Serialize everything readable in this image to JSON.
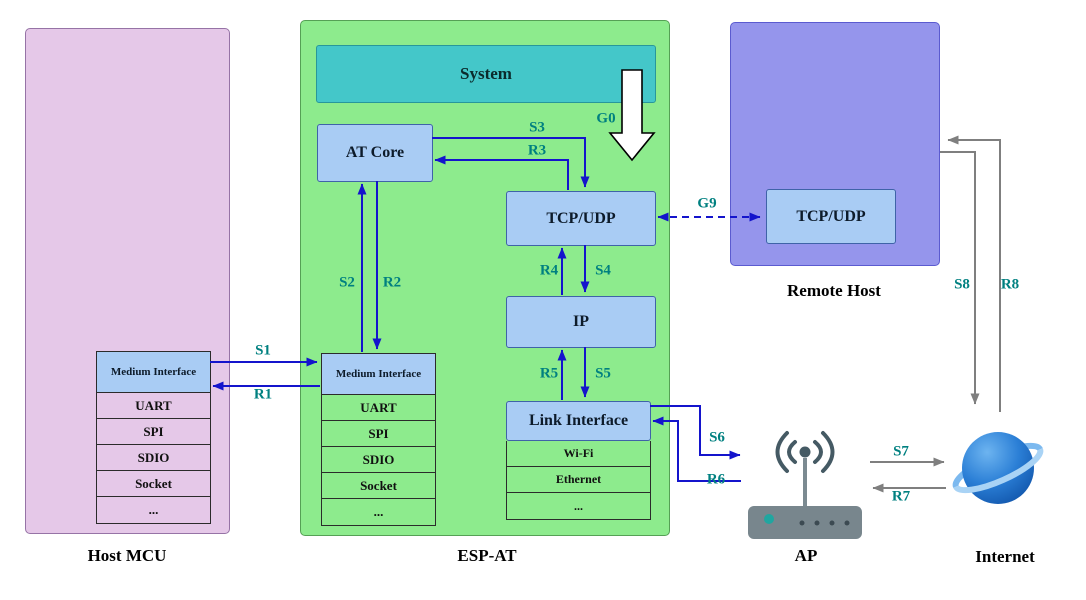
{
  "colors": {
    "host_mcu_bg": "#e5c8e8",
    "esp_at_bg": "#8deb8d",
    "system_bg": "#44c7c9",
    "block_bg": "#a9ccf4",
    "remote_host_bg": "#9595ec",
    "arrow_blue": "#1414cc",
    "arrow_gray": "#7f7f7f",
    "flow_label_teal": "#008080"
  },
  "host_mcu": {
    "label": "Host MCU",
    "medium_interface": {
      "header": "Medium Interface",
      "rows": [
        "UART",
        "SPI",
        "SDIO",
        "Socket",
        "..."
      ]
    }
  },
  "esp_at": {
    "label": "ESP-AT",
    "system": "System",
    "at_core": "AT Core",
    "tcp_udp": "TCP/UDP",
    "ip": "IP",
    "link_interface": {
      "header": "Link Interface",
      "rows": [
        "Wi-Fi",
        "Ethernet",
        "..."
      ]
    },
    "medium_interface": {
      "header": "Medium Interface",
      "rows": [
        "UART",
        "SPI",
        "SDIO",
        "Socket",
        "..."
      ]
    }
  },
  "remote_host": {
    "label": "Remote Host",
    "tcp_udp": "TCP/UDP"
  },
  "ap": {
    "label": "AP"
  },
  "internet": {
    "label": "Internet"
  },
  "flows": {
    "s1": "S1",
    "r1": "R1",
    "s2": "S2",
    "r2": "R2",
    "s3": "S3",
    "r3": "R3",
    "s4": "S4",
    "r4": "R4",
    "s5": "S5",
    "r5": "R5",
    "s6": "S6",
    "r6": "R6",
    "s7": "S7",
    "r7": "R7",
    "s8": "S8",
    "r8": "R8",
    "g0": "G0",
    "g9": "G9"
  }
}
